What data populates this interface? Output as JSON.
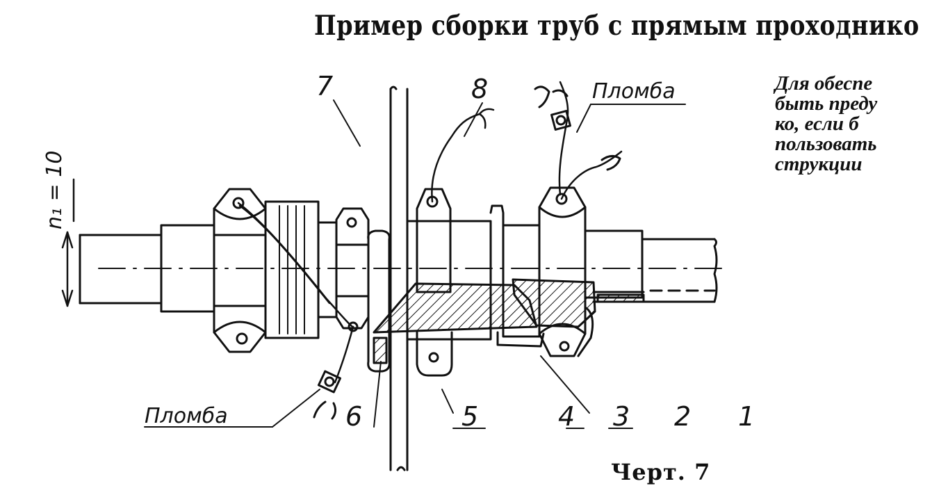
{
  "title": "Пример сборки труб с прямым проходнико",
  "side_note": [
    "Для обеспе",
    "быть преду",
    "ко, если б",
    "пользовать",
    "струкции"
  ],
  "caption": "Черт. 7",
  "labels": {
    "n7": "7",
    "n8": "8",
    "seal_top": "Пломба",
    "dim": "n₁ = 10",
    "seal_bottom": "Пломба",
    "n6": "6",
    "n5": "5",
    "n4": "4",
    "n3": "3",
    "n2": "2",
    "n1": "1"
  }
}
